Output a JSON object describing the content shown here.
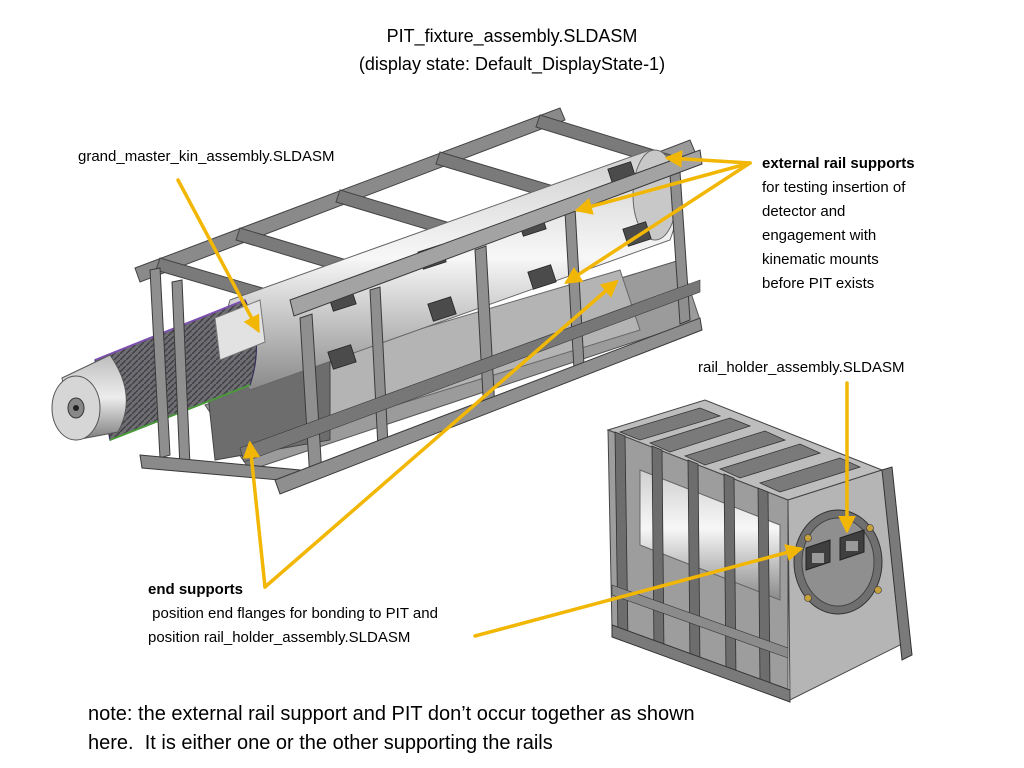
{
  "header": {
    "title_line1": "PIT_fixture_assembly.SLDASM",
    "title_line2": "(display state: Default_DisplayState-1)"
  },
  "callouts": {
    "grand_master": "grand_master_kin_assembly.SLDASM",
    "external_rail_supports": {
      "heading": "external rail supports",
      "lines": [
        "for testing insertion of",
        "detector and",
        "engagement with",
        "kinematic mounts",
        "before PIT exists"
      ]
    },
    "rail_holder": "rail_holder_assembly.SLDASM",
    "end_supports": {
      "heading": "end supports",
      "line1": " position end flanges for bonding to PIT and",
      "line2": "position rail_holder_assembly.SLDASM"
    }
  },
  "footer_note": {
    "line1": "note: the external rail support and PIT don’t occur together as shown",
    "line2": "here.  It is either one or the other supporting the rails"
  },
  "colors": {
    "arrow": "#f2b705",
    "frame_dark": "#5a5a5a",
    "frame_mid": "#8c8c8c",
    "frame_light": "#bdbdbd",
    "cylinder_shade": "#9a9a9a",
    "detector_purple": "#6a4c93"
  }
}
